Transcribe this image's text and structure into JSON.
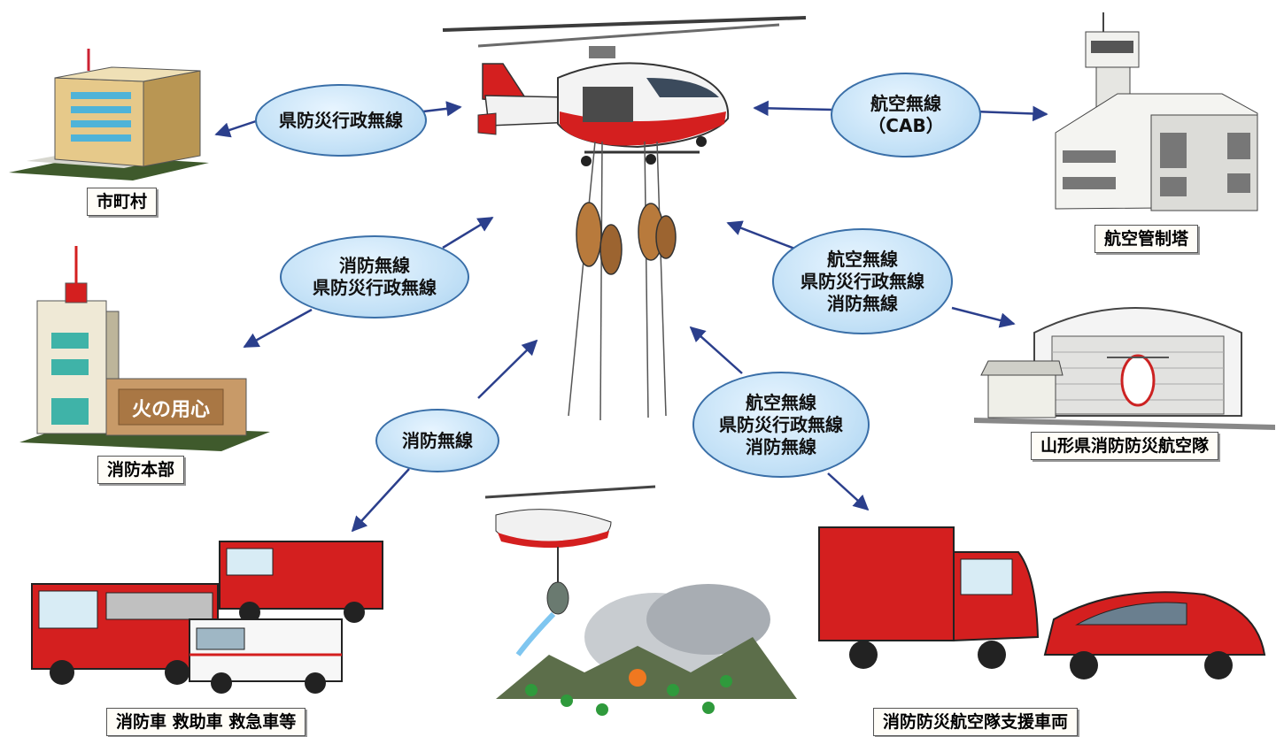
{
  "bubbles": {
    "top_left": [
      "県防災行政無線"
    ],
    "top_right": [
      "航空無線",
      "（CAB）"
    ],
    "mid_left": [
      "消防無線",
      "県防災行政無線"
    ],
    "mid_right": [
      "航空無線",
      "県防災行政無線",
      "消防無線"
    ],
    "low_left": [
      "消防無線"
    ],
    "low_center": [
      "航空無線",
      "県防災行政無線",
      "消防無線"
    ]
  },
  "labels": {
    "municipality": "市町村",
    "fire_hq": "消防本部",
    "fire_vehicles": "消防車 救助車 救急車等",
    "control_tower": "航空管制塔",
    "air_corps": "山形県消防防災航空隊",
    "support_vehicles": "消防防災航空隊支援車両"
  },
  "sign_text": "火の用心",
  "colors": {
    "arrow": "#2b3f8c",
    "bubble_border": "#3a6fa8",
    "fire_red": "#d41f1f"
  }
}
